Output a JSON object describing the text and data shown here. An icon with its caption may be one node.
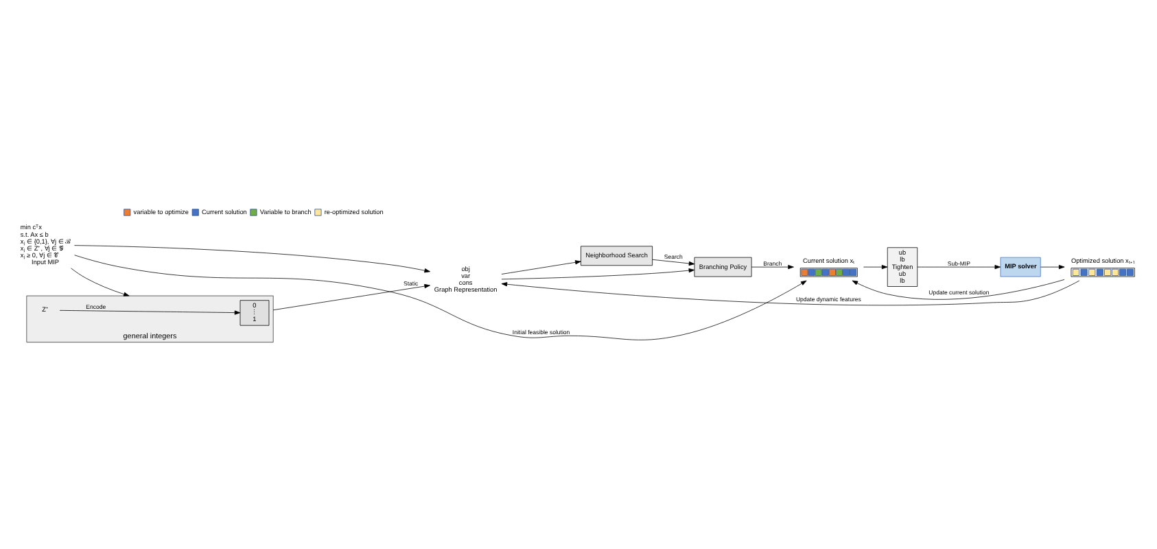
{
  "diagram": {
    "nodes": [
      {
        "text": [
          "min cᵀx",
          "s.t. Ax ≤ b",
          "xⱼ ∈ {0,1}, ∀j ∈ ℬ",
          "xⱼ ∈ Z⁺, ∀j ∈ 𝒢",
          "xⱼ ≥ 0, ∀j ∈ 𝒞",
          "Input MIP"
        ]
      },
      {
        "text": [
          "obj",
          "var",
          "cons",
          "Graph Representation"
        ]
      },
      {
        "text": [
          "general integers"
        ]
      },
      {
        "text": [
          "Z⁺"
        ],
        "in": 2
      },
      {
        "text": [
          "0",
          "⋮",
          "1"
        ],
        "in": 2
      },
      {
        "text": [
          "Neighborhood Search"
        ]
      },
      {
        "text": [
          "Branching Policy"
        ]
      },
      {
        "text": [
          "Current solution xₜ"
        ]
      },
      {
        "text": [
          "ub",
          "lb",
          "Tighten",
          "ub",
          "lb"
        ]
      },
      {
        "text": [
          "MIP solver"
        ]
      },
      {
        "text": [
          "Optimized solution xₜ₊₁"
        ]
      }
    ],
    "edges": [
      {
        "from": 0,
        "to": 7,
        "arrow": "to",
        "label": "Initial feasible solution"
      },
      {
        "from": 0,
        "to": 1,
        "arrow": "to"
      },
      {
        "from": 0,
        "to": 2,
        "arrow": "to"
      },
      {
        "from": 3,
        "to": 4,
        "arrow": "to",
        "label": "Encode"
      },
      {
        "from": 2,
        "to": 1,
        "arrow": "to",
        "label": "Static"
      },
      {
        "from": 1,
        "to": 5,
        "arrow": "to"
      },
      {
        "from": 1,
        "to": 6,
        "arrow": "to"
      },
      {
        "from": 5,
        "to": 6,
        "arrow": "to",
        "label": "Search"
      },
      {
        "from": 6,
        "to": 7,
        "arrow": "to",
        "label": "Branch"
      },
      {
        "from": 7,
        "to": 8,
        "arrow": "to"
      },
      {
        "from": 8,
        "to": 9,
        "arrow": "to",
        "label": "Sub-MIP"
      },
      {
        "from": 9,
        "to": 10,
        "arrow": "to"
      },
      {
        "from": 10,
        "to": 7,
        "arrow": "to",
        "label": "Update current solution"
      },
      {
        "from": 10,
        "to": 1,
        "arrow": "to",
        "label": "Update dynamic features"
      }
    ],
    "legend": [
      {
        "text": "variable to optimize",
        "color": "#ed7d31"
      },
      {
        "text": "Current solution",
        "color": "#4472c4"
      },
      {
        "text": "Variable to branch",
        "color": "#70ad47"
      },
      {
        "text": "re-optimized solution",
        "color": "#ffe699"
      }
    ]
  }
}
